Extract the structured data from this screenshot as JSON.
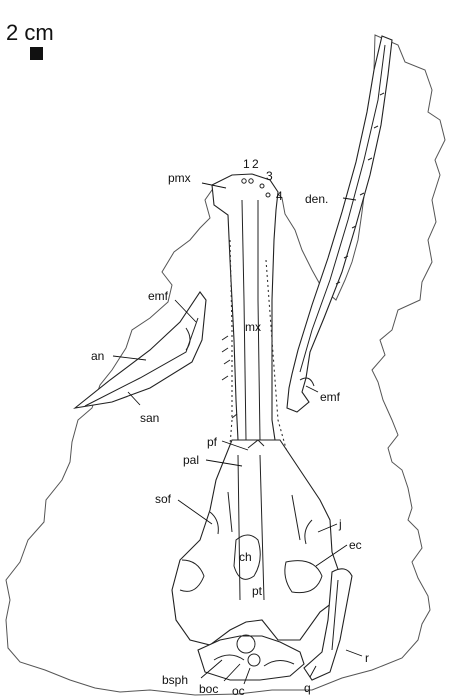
{
  "scale_bar": {
    "label": "2 cm"
  },
  "labels": {
    "tooth_1": "1",
    "tooth_2": "2",
    "tooth_3": "3",
    "tooth_4": "4",
    "pmx": "pmx",
    "den": "den.",
    "emf_left": "emf",
    "an": "an",
    "mx": "mx",
    "san": "san",
    "emf_right": "emf",
    "pf": "pf",
    "pal": "pal",
    "sof": "sof",
    "j": "j",
    "ec": "ec",
    "ch": "ch",
    "pt": "pt",
    "r": "r",
    "bsph": "bsph",
    "boc": "boc",
    "oc": "oc",
    "q": "q"
  },
  "colors": {
    "ink": "#111111",
    "matrix_outline": "#555555",
    "background": "#ffffff"
  }
}
